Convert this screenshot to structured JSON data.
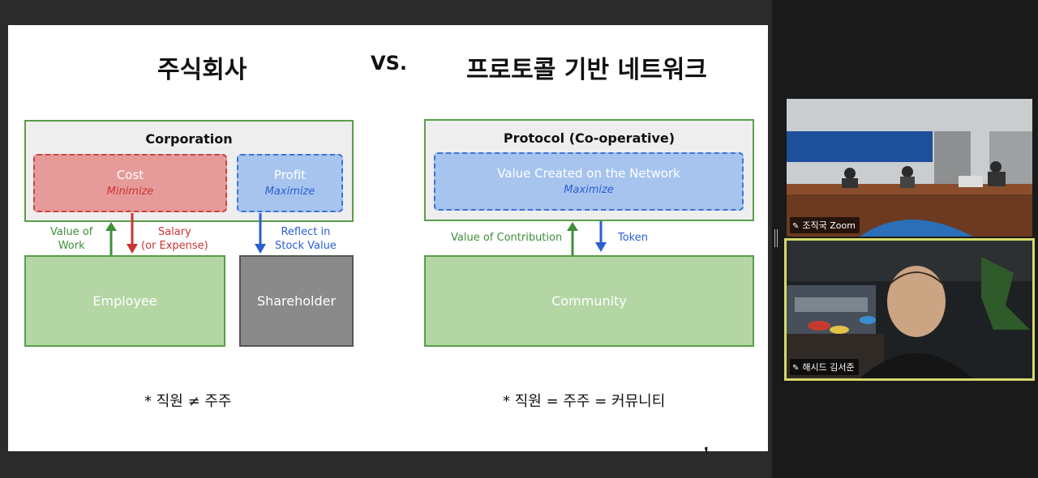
{
  "slide": {
    "title_left": "주식회사",
    "title_vs": "VS.",
    "title_right": "프로토콜 기반 네트워크",
    "corporation": {
      "frame_title": "Corporation",
      "cost_label": "Cost",
      "cost_sub": "Minimize",
      "profit_label": "Profit",
      "profit_sub": "Maximize",
      "value_of_work": "Value of\nWork",
      "salary": "Salary\n(or Expense)",
      "reflect": "Reflect in\nStock Value",
      "employee": "Employee",
      "shareholder": "Shareholder",
      "note": "* 직원 ≠ 주주"
    },
    "protocol": {
      "frame_title": "Protocol (Co-operative)",
      "value_created": "Value Created on the Network",
      "value_sub": "Maximize",
      "value_of_contribution": "Value of Contribution",
      "token": "Token",
      "community": "Community",
      "note": "* 직원 = 주주 = 커뮤니티"
    },
    "colors": {
      "green": "#5a9e4b",
      "red": "#c94242",
      "blue": "#3a72d8"
    }
  },
  "participants": [
    {
      "name": "조직국 Zoom",
      "icon": "pin-icon"
    },
    {
      "name": "해시드 김서준",
      "icon": "pin-icon",
      "active_speaker": true
    }
  ],
  "icons": [
    "pin-icon",
    "mouse-cursor-icon"
  ]
}
